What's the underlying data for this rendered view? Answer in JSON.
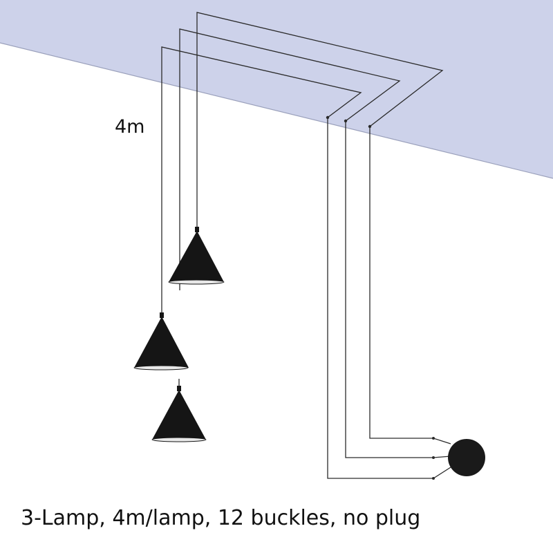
{
  "diagram": {
    "length_label": "4m",
    "caption": "3-Lamp, 4m/lamp, 12 buckles, no plug"
  },
  "colors": {
    "ceiling": "#cdd2ea",
    "wire": "#2a2a2a",
    "lamp_shade": "#151515",
    "lamp_rim": "#e8e8e8",
    "canopy": "#1a1a1a",
    "text": "#111111"
  },
  "components": {
    "ceiling": "ceiling-plane",
    "lamps": [
      "pendant-lamp-icon",
      "pendant-lamp-icon",
      "pendant-lamp-icon"
    ],
    "power_box": "ceiling-canopy-icon"
  }
}
